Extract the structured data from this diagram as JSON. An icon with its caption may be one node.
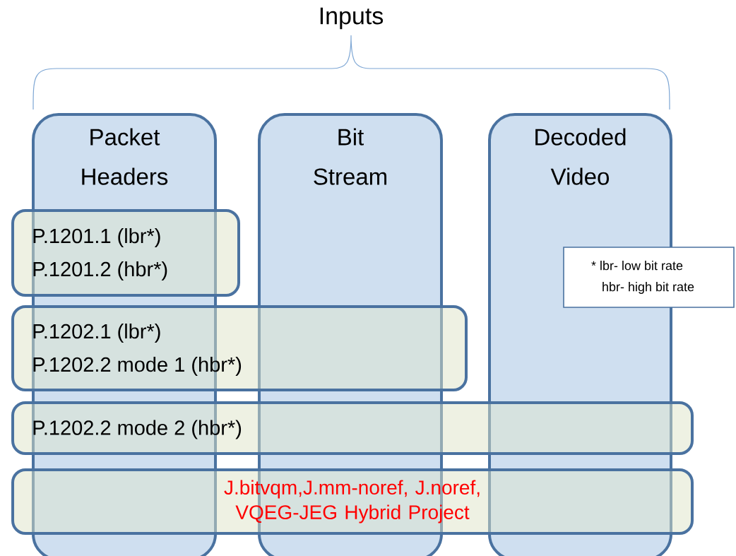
{
  "diagram": {
    "title": "Inputs",
    "nodes": [
      {
        "text": [
          "Packet Headers"
        ]
      },
      {
        "text": [
          "Bit Stream"
        ]
      },
      {
        "text": [
          "Decoded Video"
        ]
      },
      {
        "text": [
          "P.1201.1 (lbr*)",
          "P.1201.2 (hbr*)"
        ]
      },
      {
        "text": [
          "P.1202.1 (lbr*)",
          "P.1202.2 mode 1 (hbr*)"
        ]
      },
      {
        "text": [
          "P.1202.2 mode 2 (hbr*)"
        ]
      },
      {
        "text": [
          "J.bitvqm,J.mm-noref, J.noref, VQEG-JEG Hybrid Project"
        ]
      },
      {
        "text": [
          "* lbr- low bit rate",
          "hbr- high bit rate"
        ]
      }
    ]
  }
}
